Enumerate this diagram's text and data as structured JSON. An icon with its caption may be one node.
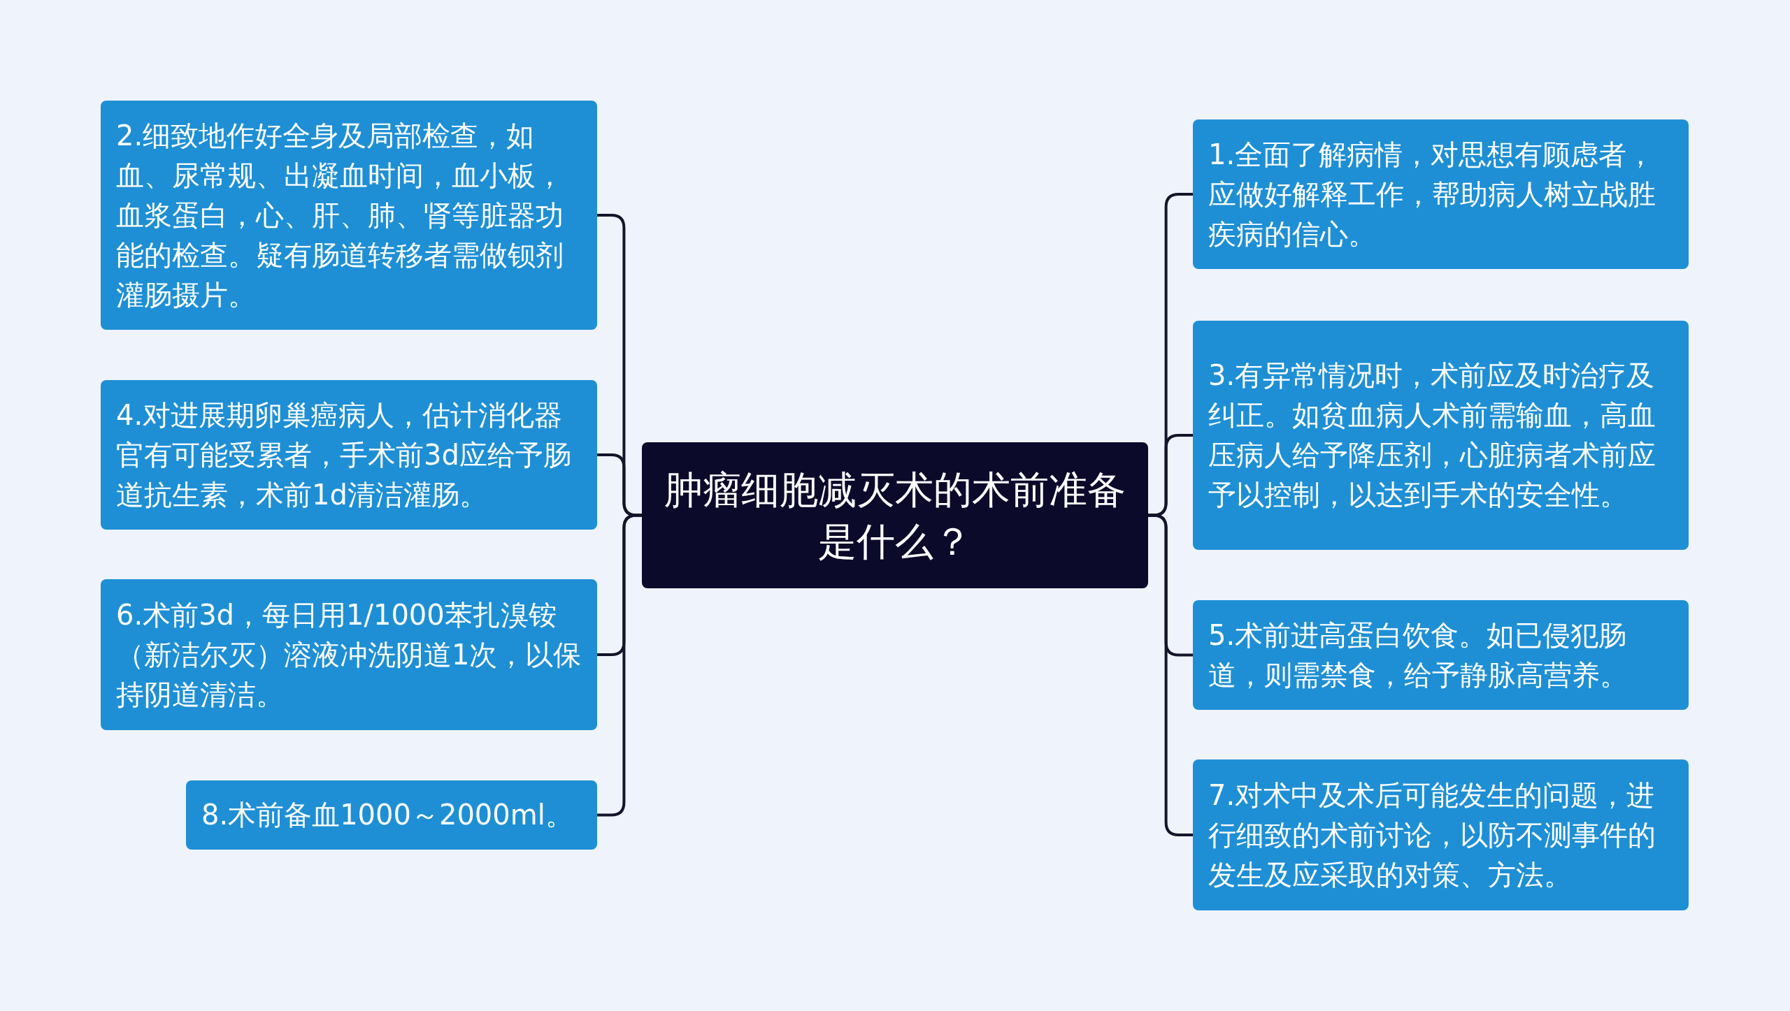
{
  "diagram": {
    "nodes": [
      {
        "text": [
          "肿瘤细胞减灭术的术前准备是什么？"
        ]
      },
      {
        "text": [
          "1.全面了解病情，对思想有顾虑者，应做好解释工作，帮助病人树立战胜疾病的信心。"
        ]
      },
      {
        "text": [
          "2.细致地作好全身及局部检查，如血、尿常规、出凝血时间，血小板，血浆蛋白，心、肝、肺、肾等脏器功能的检查。疑有肠道转移者需做钡剂灌肠摄片。"
        ]
      },
      {
        "text": [
          "3.有异常情况时，术前应及时治疗及纠正。如贫血病人术前需输血，高血压病人给予降压剂，心脏病者术前应予以控制，以达到手术的安全性。"
        ]
      },
      {
        "text": [
          "4.对进展期卵巢癌病人，估计消化器官有可能受累者，手术前3d应给予肠道抗生素，术前1d清洁灌肠。"
        ]
      },
      {
        "text": [
          "5.术前进高蛋白饮食。如已侵犯肠道，则需禁食，给予静脉高营养。"
        ]
      },
      {
        "text": [
          "6.术前3d，每日用1/1000苯扎溴铵（新洁尔灭）溶液冲洗阴道1次，以保持阴道清洁。"
        ]
      },
      {
        "text": [
          "7.对术中及术后可能发生的问题，进行细致的术前讨论，以防不测事件的发生及应采取的对策、方法。"
        ]
      },
      {
        "text": [
          "8.术前备血1000～2000ml。"
        ]
      }
    ],
    "edges": [
      {
        "from": 0,
        "to": 1,
        "arrow": "none"
      },
      {
        "from": 0,
        "to": 2,
        "arrow": "none"
      },
      {
        "from": 0,
        "to": 3,
        "arrow": "none"
      },
      {
        "from": 0,
        "to": 4,
        "arrow": "none"
      },
      {
        "from": 0,
        "to": 5,
        "arrow": "none"
      },
      {
        "from": 0,
        "to": 6,
        "arrow": "none"
      },
      {
        "from": 0,
        "to": 7,
        "arrow": "none"
      },
      {
        "from": 0,
        "to": 8,
        "arrow": "none"
      }
    ]
  }
}
